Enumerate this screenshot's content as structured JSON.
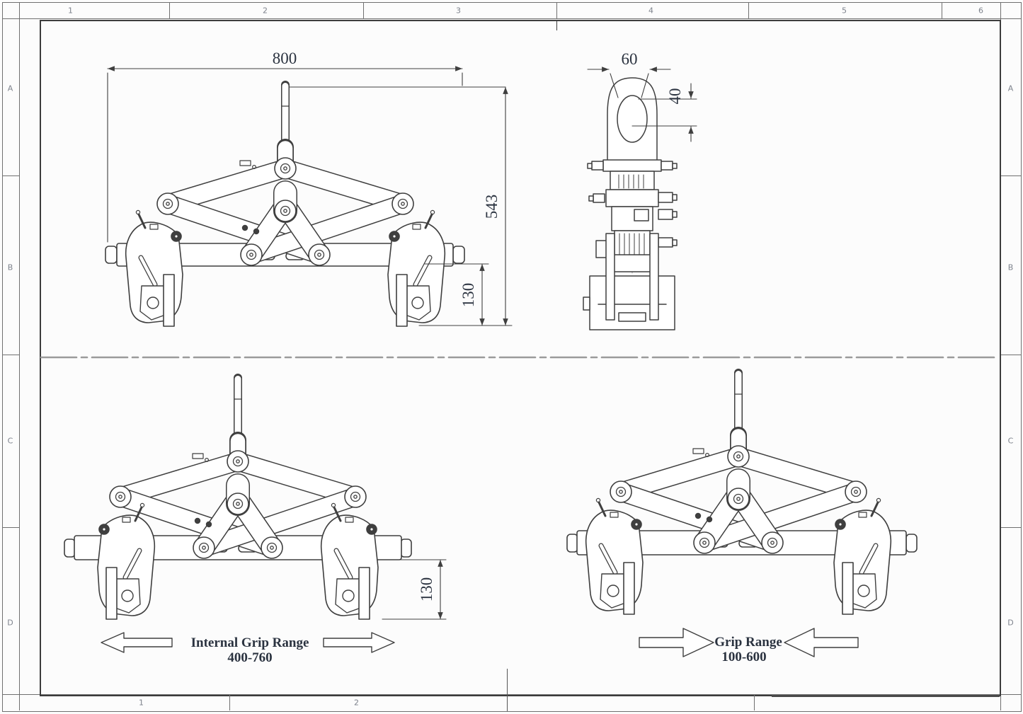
{
  "sheet": {
    "grid": {
      "top": [
        "1",
        "2",
        "3",
        "4",
        "5",
        "6"
      ],
      "bottom": [
        "1",
        "2"
      ],
      "left": [
        "A",
        "B",
        "C",
        "D"
      ],
      "right": [
        "A",
        "B",
        "C",
        "D"
      ]
    },
    "colors": {
      "line": "#3f3f3f",
      "dimension_text": "#2b3340",
      "grid_text": "#7d828c",
      "fold_line": "#9b9b9b"
    },
    "views": {
      "front": {
        "width_dim": "800",
        "height_dim": "543",
        "jaw_dim": "130"
      },
      "side": {
        "eye_width_dim": "60",
        "eye_hole_dim": "40"
      },
      "internal_grip": {
        "jaw_dim": "130",
        "label": "Internal Grip Range",
        "range": "400-760"
      },
      "external_grip": {
        "label": "Grip Range",
        "range": "100-600"
      }
    }
  }
}
